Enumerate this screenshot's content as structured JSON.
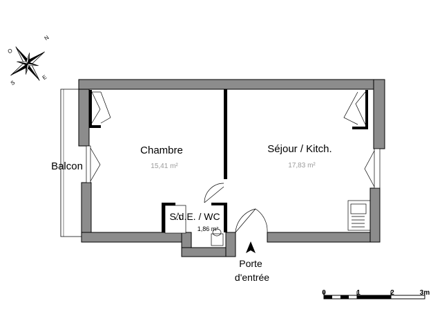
{
  "compass": {
    "north": "N",
    "east": "E",
    "south": "S",
    "west": "O"
  },
  "rooms": {
    "chambre": {
      "name": "Chambre",
      "area": "15,41 m²"
    },
    "sejour": {
      "name": "Séjour / Kitch.",
      "area": "17,83 m²"
    },
    "sde": {
      "name": "S.d.E. / WC",
      "area": "1,86 m²"
    }
  },
  "balcony": {
    "label": "Balcon"
  },
  "entrance": {
    "line1": "Porte",
    "line2": "d'entrée"
  },
  "scale": {
    "labels": [
      "0",
      "1",
      "2",
      "3m"
    ]
  },
  "colors": {
    "wall": "#8c8c8c",
    "wall_stroke": "#000000",
    "area_text": "#9a9a9a"
  }
}
